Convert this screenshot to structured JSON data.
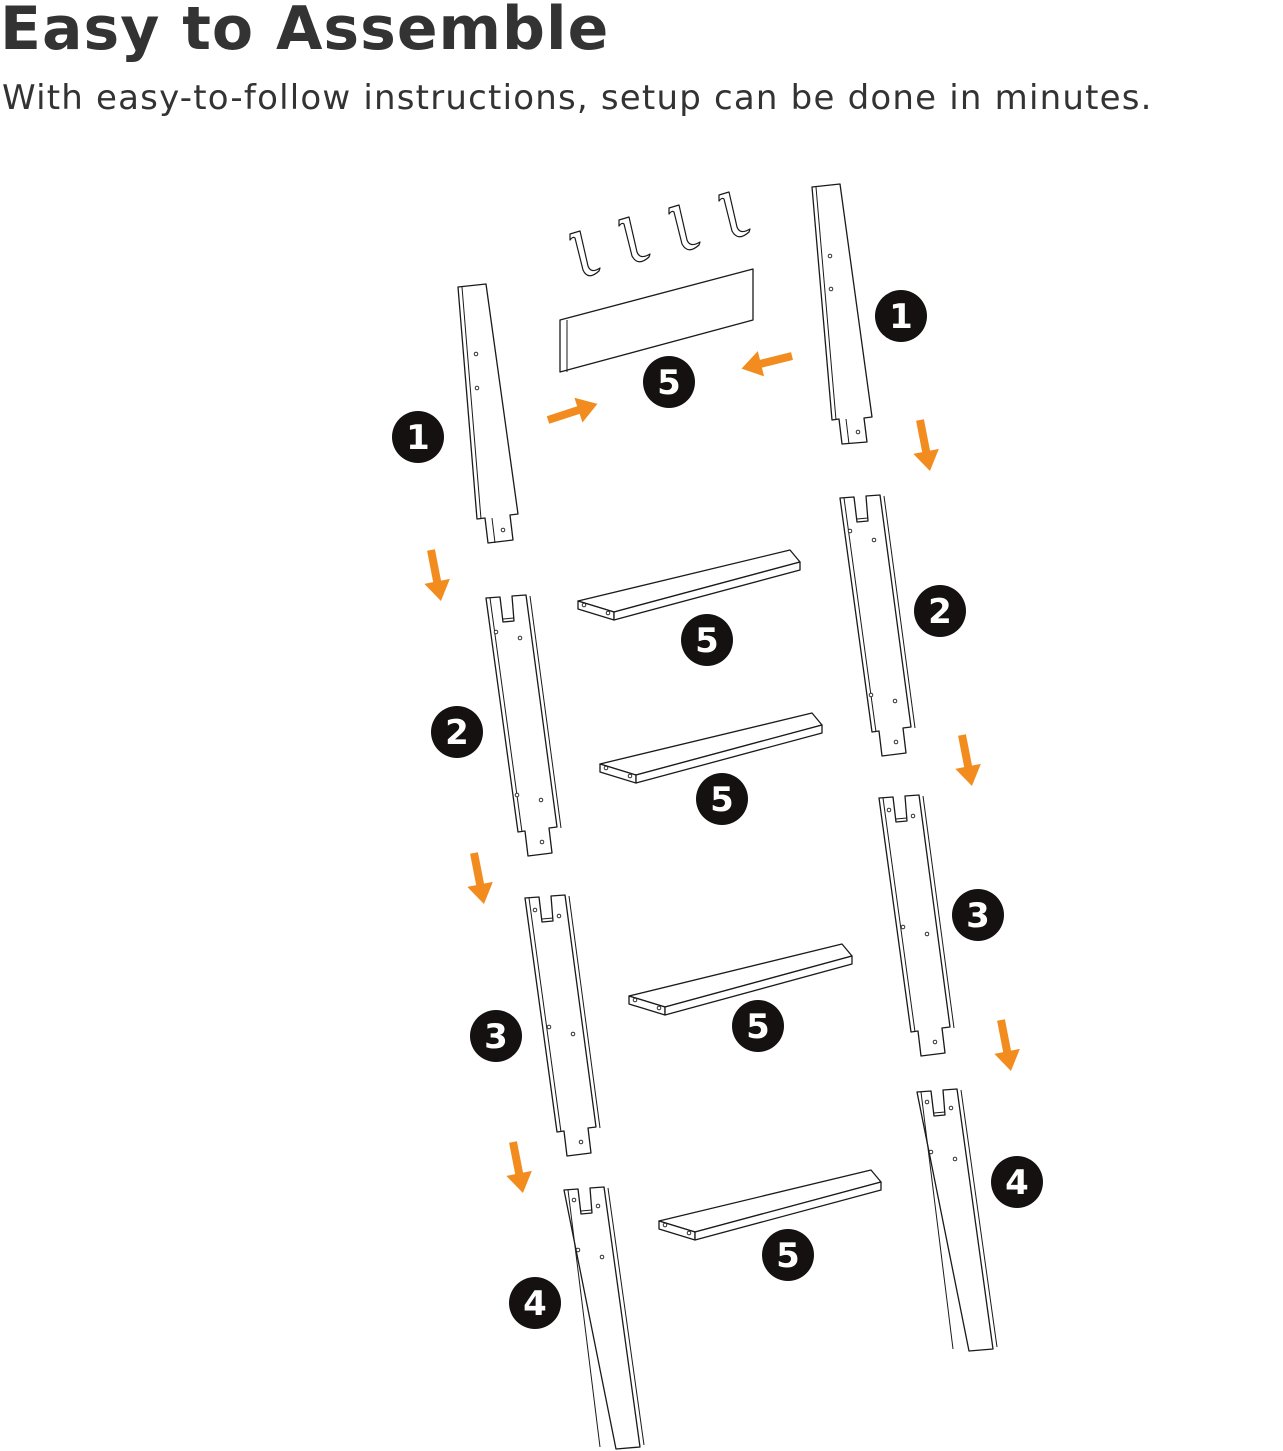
{
  "header": {
    "title": "Easy to Assemble",
    "subtitle": "With easy-to-follow instructions, setup can be done in minutes."
  },
  "colors": {
    "text": "#333333",
    "arrow": "#F28C1E",
    "badge": "#141110",
    "line": "#1a1a1a"
  },
  "diagram": {
    "badges": {
      "left_leg_1": "1",
      "right_leg_1": "1",
      "left_leg_2": "2",
      "right_leg_2": "2",
      "left_leg_3": "3",
      "right_leg_3": "3",
      "left_leg_4": "4",
      "right_leg_4": "4",
      "top_board": "5",
      "shelf_1": "5",
      "shelf_2": "5",
      "shelf_3": "5",
      "shelf_4": "5"
    },
    "hook_count": 4,
    "arrow_icon": "orange-arrow-icon"
  }
}
